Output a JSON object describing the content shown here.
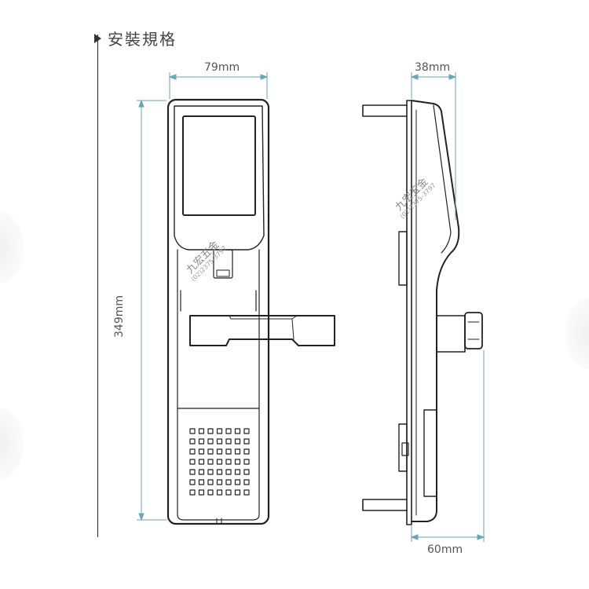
{
  "section": {
    "title": "安裝規格"
  },
  "dimensions": {
    "width_front": "79mm",
    "depth_top": "38mm",
    "depth_bottom": "60mm",
    "height": "349mm"
  },
  "watermark": {
    "name": "九宏五金",
    "phone": "(02)2375-3797"
  },
  "colors": {
    "line": "#222222",
    "dimension_line": "#6aa6b8",
    "text": "#555555"
  },
  "icons": [
    "triangle-bullet-icon"
  ]
}
